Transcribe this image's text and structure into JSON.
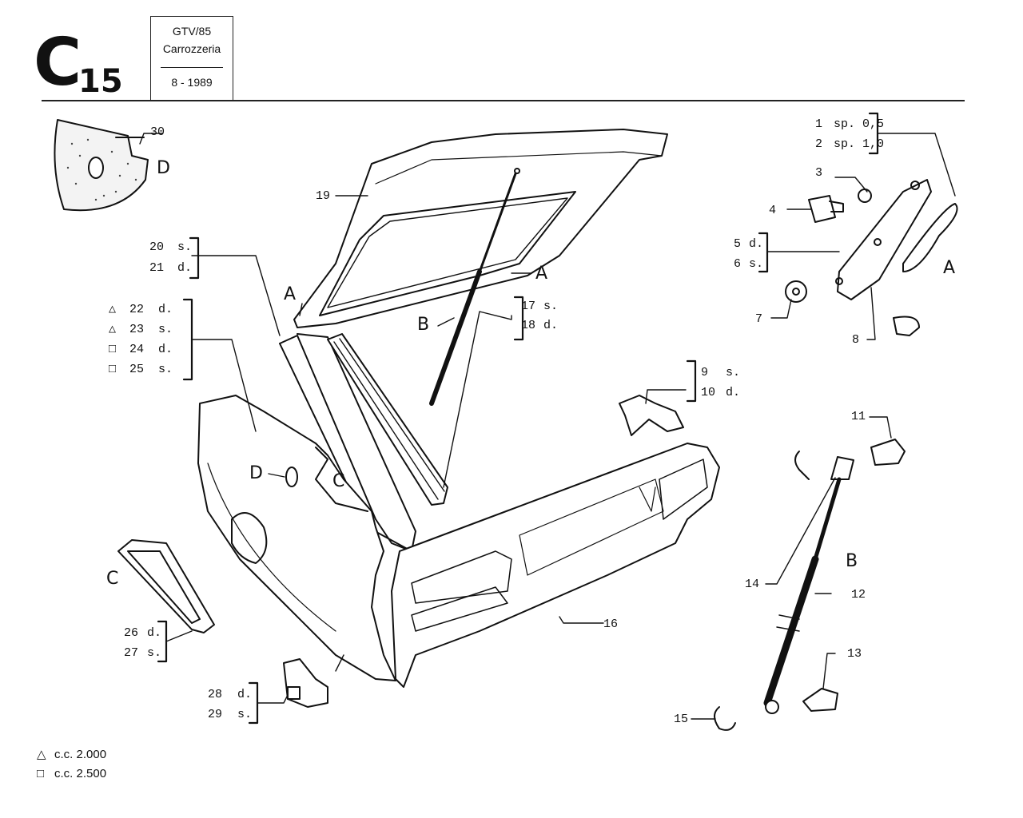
{
  "header": {
    "code_letter": "C",
    "code_number": "15",
    "model": "GTV/85",
    "section": "Carrozzeria",
    "date": "8 - 1989"
  },
  "callouts": {
    "n30": "30",
    "n19": "19",
    "n20": "20",
    "n20s": "s.",
    "n21": "21",
    "n21s": "d.",
    "n22": "22",
    "n22s": "d.",
    "n23": "23",
    "n23s": "s.",
    "n24": "24",
    "n24s": "d.",
    "n25": "25",
    "n25s": "s.",
    "n17": "17",
    "n17s": "s.",
    "n18": "18",
    "n18s": "d.",
    "n1": "1",
    "n1s": "sp. 0,5",
    "n2": "2",
    "n2s": "sp. 1,0",
    "n3": "3",
    "n4": "4",
    "n5": "5",
    "n5s": "d.",
    "n6": "6",
    "n6s": "s.",
    "n7": "7",
    "n8": "8",
    "n9": "9",
    "n9s": "s.",
    "n10": "10",
    "n10s": "d.",
    "n11": "11",
    "n12": "12",
    "n13": "13",
    "n14": "14",
    "n15": "15",
    "n16": "16",
    "n26": "26",
    "n26s": "d.",
    "n27": "27",
    "n27s": "s.",
    "n28": "28",
    "n28s": "d.",
    "n29": "29",
    "n29s": "s."
  },
  "detail_letters": {
    "d_top": "D",
    "a_left": "A",
    "a_mid": "A",
    "a_right": "A",
    "b_mid": "B",
    "b_right": "B",
    "c_left": "C",
    "c_mid": "C",
    "d_mid": "D"
  },
  "legend": {
    "triangle_text": "c.c. 2.000",
    "square_text": "c.c. 2.500"
  }
}
